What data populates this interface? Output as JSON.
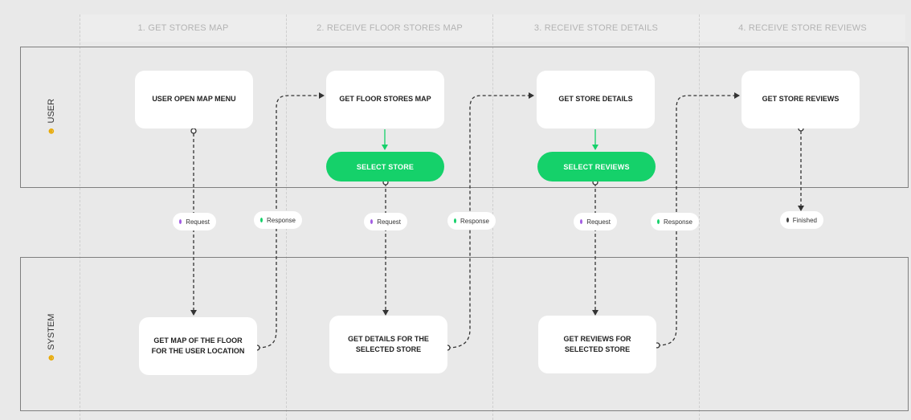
{
  "columns": [
    {
      "label": "1. GET STORES MAP"
    },
    {
      "label": "2. RECEIVE FLOOR STORES MAP"
    },
    {
      "label": "3. RECEIVE STORE DETAILS"
    },
    {
      "label": "4. RECEIVE STORE REVIEWS"
    }
  ],
  "lanes": {
    "user": {
      "label": "USER"
    },
    "system": {
      "label": "SYSTEM"
    }
  },
  "user_cards": [
    {
      "label": "USER OPEN MAP MENU"
    },
    {
      "label": "GET FLOOR STORES MAP"
    },
    {
      "label": "GET  STORE DETAILS"
    },
    {
      "label": "GET STORE REVIEWS"
    }
  ],
  "actions": [
    {
      "label": "SELECT STORE"
    },
    {
      "label": "SELECT  REVIEWS"
    }
  ],
  "system_cards": [
    {
      "label": "GET MAP OF THE FLOOR FOR THE USER LOCATION"
    },
    {
      "label": "GET DETAILS FOR THE SELECTED STORE"
    },
    {
      "label": "GET REVIEWS FOR SELECTED STORE"
    }
  ],
  "badges": [
    {
      "label": "Request",
      "color": "#a35de3"
    },
    {
      "label": "Response",
      "color": "#15d16a"
    },
    {
      "label": "Request",
      "color": "#a35de3"
    },
    {
      "label": "Response",
      "color": "#15d16a"
    },
    {
      "label": "Request",
      "color": "#a35de3"
    },
    {
      "label": "Response",
      "color": "#15d16a"
    },
    {
      "label": "Finished",
      "color": "#444444"
    }
  ],
  "colors": {
    "accent_green": "#15d16a",
    "request_purple": "#a35de3",
    "connector": "#333333"
  }
}
